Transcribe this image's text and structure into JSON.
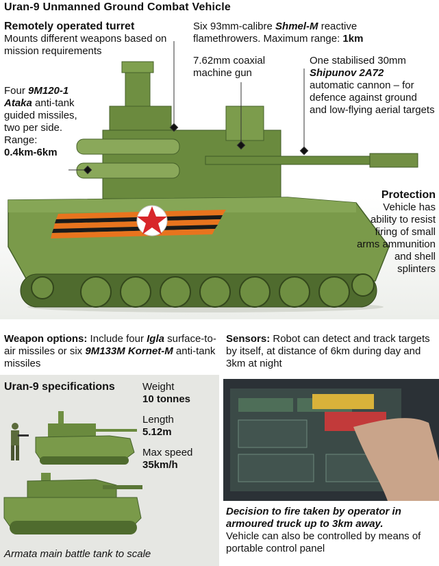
{
  "title": "Uran-9 Unmanned Ground Combat Vehicle",
  "labels": {
    "turret_title": "Remotely operated turret",
    "turret_desc": "Mounts different weapons based on mission requirements",
    "flame_pre": "Six 93mm-calibre ",
    "flame_name": "Shmel-M",
    "flame_mid": " reactive flamethrowers. Maximum range: ",
    "flame_range": "1km",
    "mg": "7.62mm coaxial machine gun",
    "cannon_pre": "One stabilised 30mm",
    "cannon_name": "Shipunov 2A72",
    "cannon_desc": "automatic cannon – for defence against ground and low-flying aerial targets",
    "atgm_pre": "Four ",
    "atgm_name": "9M120-1 Ataka",
    "atgm_desc": " anti-tank guided missiles, two per side. Range:",
    "atgm_range": "0.4km-6km",
    "protection_title": "Protection",
    "protection_desc": "Vehicle has ability to resist firing of small arms ammunition and shell splinters"
  },
  "weapon_options": {
    "heading": "Weapon options:",
    "pre": " Include four ",
    "igla": "Igla",
    "mid": " surface-to-air missiles or six ",
    "kornet": "9M133M Kornet-M",
    "post": " anti-tank missiles"
  },
  "sensors": {
    "heading": "Sensors:",
    "text": " Robot can detect and track targets by itself, at distance of 6km during day and 3km at night"
  },
  "specs": {
    "heading": "Uran-9 specifications",
    "weight_label": "Weight",
    "weight_value": "10 tonnes",
    "length_label": "Length",
    "length_value": "5.12m",
    "speed_label": "Max speed",
    "speed_value": "35km/h",
    "armata_caption": "Armata main battle tank to scale"
  },
  "operator": {
    "bold": "Decision to fire taken by operator in armoured truck up to 3km away.",
    "text": "Vehicle can also be controlled by means of portable control panel"
  },
  "colors": {
    "hull": "#7a9a4a",
    "hull_dark": "#5a7636",
    "stripe_orange": "#e8741e",
    "stripe_black": "#1a1a1a",
    "star_red": "#d8262a"
  }
}
